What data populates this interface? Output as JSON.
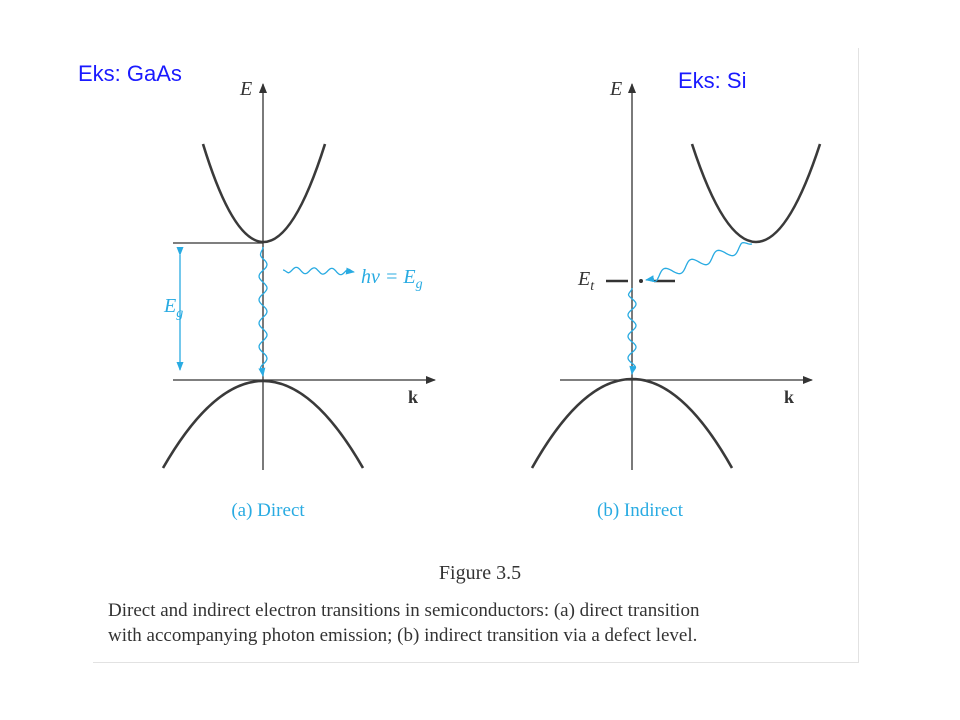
{
  "annotations": {
    "left": "Eks: GaAs",
    "right": "Eks: Si"
  },
  "panel_a": {
    "axis_e": "E",
    "axis_k": "k",
    "gap_label": "E",
    "gap_sub": "g",
    "photon_label": "hν = E",
    "photon_sub": "g",
    "caption": "(a) Direct"
  },
  "panel_b": {
    "axis_e": "E",
    "axis_k": "k",
    "trap_label": "E",
    "trap_sub": "t",
    "caption": "(b) Indirect"
  },
  "figure": {
    "number": "Figure 3.5",
    "caption_lines": [
      "Direct and indirect electron transitions in semiconductors: (a) direct transition",
      "with accompanying photon emission; (b) indirect transition via a defect level."
    ]
  },
  "colors": {
    "annotation": "#1a1aff",
    "accent": "#29abe2",
    "curve": "#3a3a3a"
  }
}
